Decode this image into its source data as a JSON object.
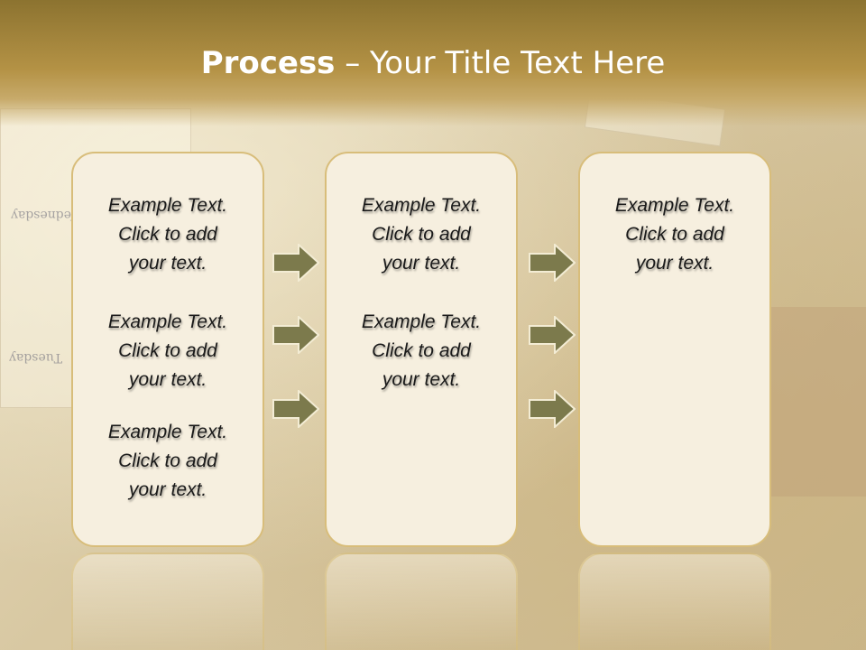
{
  "title": {
    "bold": "Process",
    "rest": " – Your Title Text Here"
  },
  "background": {
    "diary_words": [
      "Wednesday",
      "Tuesday"
    ]
  },
  "columns": [
    {
      "items": [
        {
          "line1": "Example Text.",
          "line2": "Click  to add",
          "line3": "your text."
        },
        {
          "line1": "Example Text.",
          "line2": "Click  to add",
          "line3": "your text."
        },
        {
          "line1": "Example Text.",
          "line2": "Click  to add",
          "line3": "your text."
        }
      ]
    },
    {
      "items": [
        {
          "line1": "Example Text.",
          "line2": "Click  to add",
          "line3": "your text."
        },
        {
          "line1": "Example Text.",
          "line2": "Click  to add",
          "line3": "your text."
        }
      ]
    },
    {
      "items": [
        {
          "line1": "Example Text.",
          "line2": "Click  to add",
          "line3": "your text."
        }
      ]
    }
  ],
  "colors": {
    "arrow_fill": "#7c7a4c",
    "arrow_stroke": "#f3ecd4",
    "box_border": "#d8bd7a",
    "title_band": "#a68840"
  }
}
